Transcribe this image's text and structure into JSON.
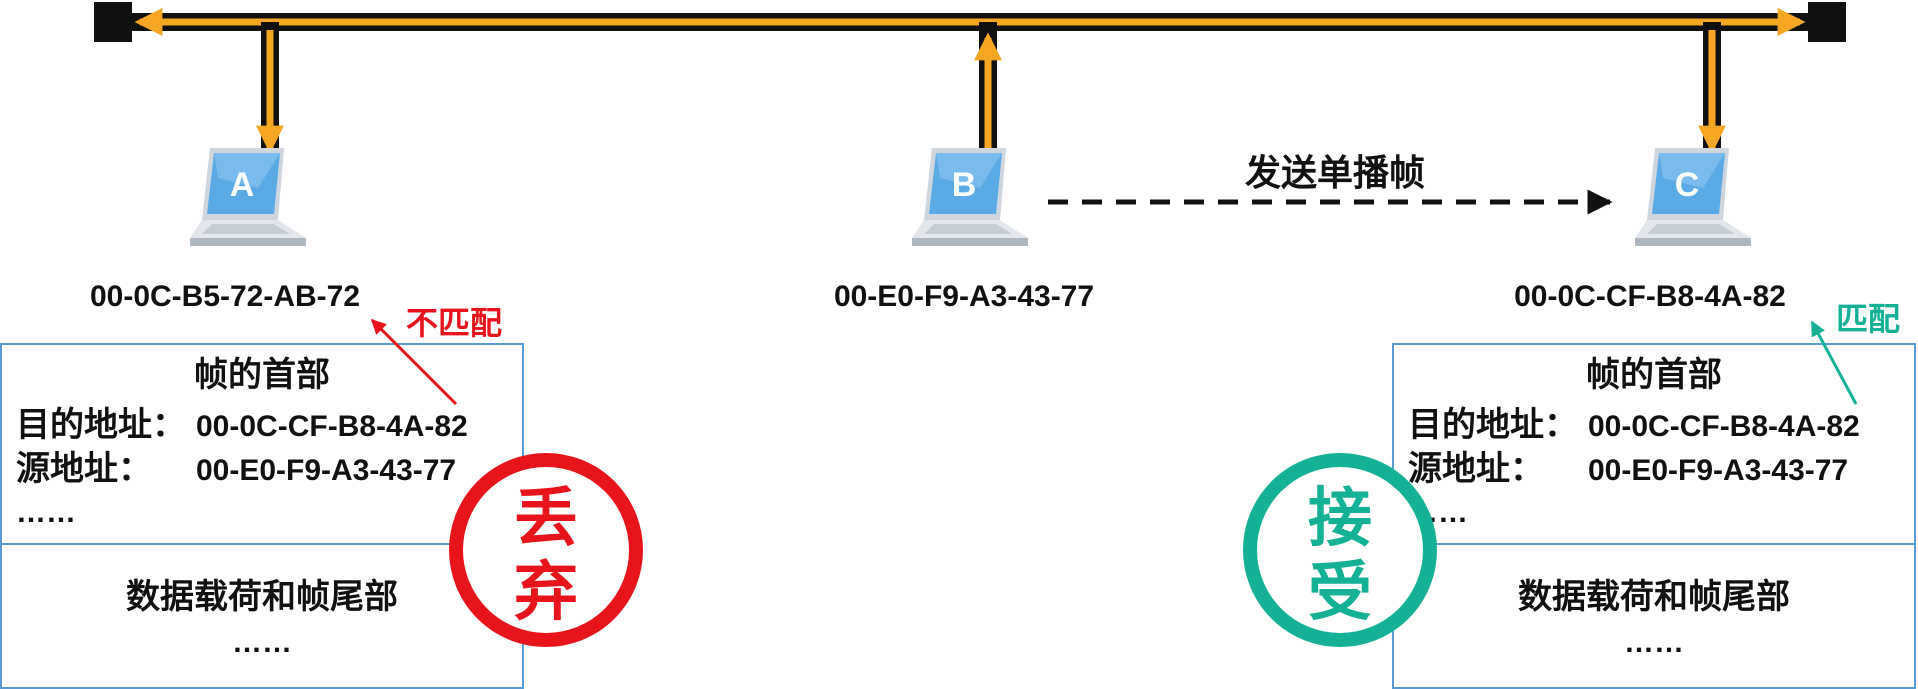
{
  "nodes": {
    "a": {
      "letter": "A",
      "mac": "00-0C-B5-72-AB-72"
    },
    "b": {
      "letter": "B",
      "mac": "00-E0-F9-A3-43-77"
    },
    "c": {
      "letter": "C",
      "mac": "00-0C-CF-B8-4A-82"
    }
  },
  "send_label": "发送单播帧",
  "left": {
    "match_label": "不匹配",
    "header_title": "帧的首部",
    "dest_key": "目的地址：",
    "dest_val": "00-0C-CF-B8-4A-82",
    "src_key": "源地址：",
    "src_val": "00-E0-F9-A3-43-77",
    "ellipsis1": "……",
    "payload_title": "数据载荷和帧尾部",
    "ellipsis2": "……",
    "stamp_top": "丢",
    "stamp_bottom": "弃"
  },
  "right": {
    "match_label": "匹配",
    "header_title": "帧的首部",
    "dest_key": "目的地址：",
    "dest_val": "00-0C-CF-B8-4A-82",
    "src_key": "源地址：",
    "src_val": "00-E0-F9-A3-43-77",
    "ellipsis1": "……",
    "payload_title": "数据载荷和帧尾部",
    "ellipsis2": "……",
    "stamp_top": "接",
    "stamp_bottom": "受"
  },
  "colors": {
    "bus_orange": "#F5A623",
    "bus_black": "#111111",
    "reject_red": "#E8141B",
    "accept_teal": "#14B196",
    "box_border": "#5B9BD5",
    "laptop_screen": "#5AAAE6"
  }
}
